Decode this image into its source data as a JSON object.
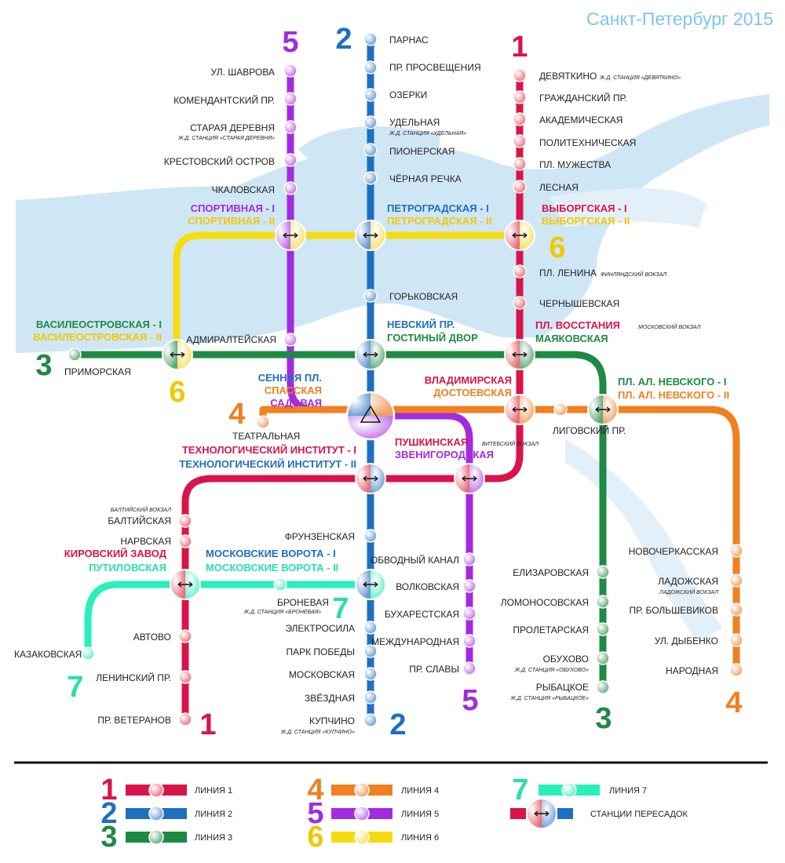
{
  "title": "Санкт-Петербург 2015",
  "colors": {
    "line1": "#d9144a",
    "line2": "#1e6fc0",
    "line3": "#1f8a44",
    "line4": "#f08020",
    "line5": "#a22be0",
    "line6": "#f5dc10",
    "line7": "#28f0b8",
    "river": "#cfe6f5",
    "title": "#7fc4ee"
  },
  "line_numbers": [
    "1",
    "2",
    "3",
    "4",
    "5",
    "6",
    "7"
  ],
  "stations": {
    "l5_shavrova": "УЛ. ШАВРОВА",
    "l5_komend": "КОМЕНДАНТСКИЙ ПР.",
    "l5_staraya": "СТАРАЯ ДЕРЕВНЯ",
    "l5_staraya_note": "Ж.Д. СТАНЦИЯ «СТАРАЯ ДЕРЕВНЯ»",
    "l5_krest": "КРЕСТОВСКИЙ ОСТРОВ",
    "l5_chkal": "ЧКАЛОВСКАЯ",
    "l5_admir": "АДМИРАЛТЕЙСКАЯ",
    "l2_parnas": "ПАРНАС",
    "l2_prosv": "ПР. ПРОСВЕЩЕНИЯ",
    "l2_ozerki": "ОЗЕРКИ",
    "l2_udeln": "УДЕЛЬНАЯ",
    "l2_udeln_note": "Ж.Д. СТАНЦИЯ «УДЕЛЬНАЯ»",
    "l2_pioner": "ПИОНЕРСКАЯ",
    "l2_chern": "ЧЁРНАЯ РЕЧКА",
    "l2_gork": "ГОРЬКОВСКАЯ",
    "l1_devyat": "ДЕВЯТКИНО",
    "l1_devyat_note": "Ж.Д. СТАНЦИЯ «ДЕВЯТКИНО»",
    "l1_grazhd": "ГРАЖДАНСКИЙ ПР.",
    "l1_akadem": "АКАДЕМИЧЕСКАЯ",
    "l1_polit": "ПОЛИТЕХНИЧЕСКАЯ",
    "l1_muzh": "ПЛ. МУЖЕСТВА",
    "l1_lesn": "ЛЕСНАЯ",
    "l1_lenina": "ПЛ. ЛЕНИНА",
    "l1_lenina_note": "ФИНЛЯНДСКИЙ ВОКЗАЛ",
    "l1_chern": "ЧЕРНЫШЕВСКАЯ",
    "l3_primor": "ПРИМОРСКАЯ",
    "l4_teatr": "ТЕАТРАЛЬНАЯ",
    "l4_ligov": "ЛИГОВСКИЙ ПР.",
    "l1_balt_note": "БАЛТИЙСКИЙ ВОКЗАЛ",
    "l1_balt": "БАЛТИЙСКАЯ",
    "l1_narv": "НАРВСКАЯ",
    "l1_avtovo": "АВТОВО",
    "l1_lenpr": "ЛЕНИНСКИЙ ПР.",
    "l1_veter": "ПР. ВЕТЕРАНОВ",
    "l7_kazak": "КАЗАКОВСКАЯ",
    "l7_bronev": "БРОНЕВАЯ",
    "l7_bronev_note": "Ж.Д. СТАНЦИЯ «БРОНЕВАЯ»",
    "l2_frunz": "ФРУНЗЕНСКАЯ",
    "l2_elektr": "ЭЛЕКТРОСИЛА",
    "l2_park": "ПАРК ПОБЕДЫ",
    "l2_mosk": "МОСКОВСКАЯ",
    "l2_zvezd": "ЗВЁЗДНАЯ",
    "l2_kupch": "КУПЧИНО",
    "l2_kupch_note": "Ж.Д. СТАНЦИЯ «КУПЧИНО»",
    "l5_obvod": "ОБВОДНЫЙ КАНАЛ",
    "l5_volk": "ВОЛКОВСКАЯ",
    "l5_buhar": "БУХАРЕСТСКАЯ",
    "l5_mezhd": "МЕЖДУНАРОДНАЯ",
    "l5_slavy": "ПР. СЛАВЫ",
    "l3_eliz": "ЕЛИЗАРОВСКАЯ",
    "l3_lomon": "ЛОМОНОСОВСКАЯ",
    "l3_prolet": "ПРОЛЕТАРСКАЯ",
    "l3_obuh": "ОБУХОВО",
    "l3_obuh_note": "Ж.Д. СТАНЦИЯ «ОБУХОВО»",
    "l3_rybac": "РЫБАЦКОЕ",
    "l3_rybac_note": "Ж.Д. СТАНЦИЯ «РЫБАЦКОЕ»",
    "l4_novoch": "НОВОЧЕРКАССКАЯ",
    "l4_ladozh": "ЛАДОЖСКАЯ",
    "l4_ladozh_note": "ЛАДОЖСКИЙ ВОКЗАЛ",
    "l4_bolsh": "ПР. БОЛЬШЕВИКОВ",
    "l4_dybenko": "УЛ. ДЫБЕНКО",
    "l4_narodn": "НАРОДНАЯ"
  },
  "transfers": {
    "sport1": "СПОРТИВНАЯ - I",
    "sport2": "СПОРТИВНАЯ - II",
    "petr1": "ПЕТРОГРАДСКАЯ - I",
    "petr2": "ПЕТРОГРАДСКАЯ - II",
    "vyb1": "ВЫБОРГСКАЯ - I",
    "vyb2": "ВЫБОРГСКАЯ - II",
    "vas1": "ВАСИЛЕОСТРОВСКАЯ - I",
    "vas2": "ВАСИЛЕОСТРОВСКАЯ - II",
    "nev1": "НЕВСКИЙ ПР.",
    "nev2": "ГОСТИНЫЙ ДВОР",
    "vosst": "ПЛ. ВОССТАНИЯ",
    "vosst_note": "МОСКОВСКИЙ ВОКЗАЛ",
    "mayak": "МАЯКОВСКАЯ",
    "sennaya": "СЕННАЯ ПЛ.",
    "spasskaya": "СПАССКАЯ",
    "sadovaya": "САДОВАЯ",
    "vlad": "ВЛАДИМИРСКАЯ",
    "dost": "ДОСТОЕВСКАЯ",
    "alnev1": "ПЛ. АЛ. НЕВСКОГО - I",
    "alnev2": "ПЛ. АЛ. НЕВСКОГО - II",
    "push": "ПУШКИНСКАЯ",
    "push_note": "ВИТЕБСКИЙ ВОКЗАЛ",
    "zvenig": "ЗВЕНИГОРОДСКАЯ",
    "tech1": "ТЕХНОЛОГИЧЕСКИЙ ИНСТИТУТ - I",
    "tech2": "ТЕХНОЛОГИЧЕСКИЙ ИНСТИТУТ - II",
    "kirov": "КИРОВСКИЙ ЗАВОД",
    "putil": "ПУТИЛОВСКАЯ",
    "mv1": "МОСКОВСКИЕ ВОРОТА - I",
    "mv2": "МОСКОВСКИЕ ВОРОТА - II"
  },
  "legend": {
    "line1": "ЛИНИЯ 1",
    "line2": "ЛИНИЯ 2",
    "line3": "ЛИНИЯ 3",
    "line4": "ЛИНИЯ 4",
    "line5": "ЛИНИЯ 5",
    "line6": "ЛИНИЯ 6",
    "line7": "ЛИНИЯ 7",
    "transfer": "СТАНЦИИ ПЕРЕСАДОК"
  }
}
